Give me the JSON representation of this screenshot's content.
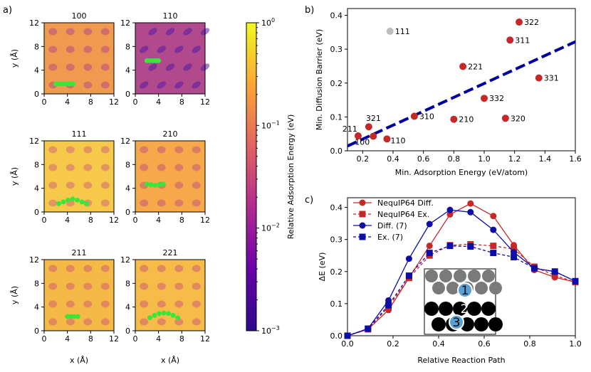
{
  "panel_labels": {
    "a": "a)",
    "b": "b)",
    "c": "c)"
  },
  "chart_data": [
    {
      "type": "heatmap",
      "panel": "a",
      "xlabel": "x (Å)",
      "ylabel": "y (Å)",
      "xlim": [
        0,
        12
      ],
      "ylim": [
        0,
        12
      ],
      "ticks": [
        "0",
        "4",
        "8",
        "12"
      ],
      "colormap": "plasma",
      "colorbar": {
        "label": "Relative Adsorption Energy (eV)",
        "scale": "log",
        "range": [
          0.001,
          1
        ],
        "ticks": [
          {
            "base": "10",
            "exp": "0",
            "value": 1
          },
          {
            "base": "10",
            "exp": "−1",
            "value": 0.1
          },
          {
            "base": "10",
            "exp": "−2",
            "value": 0.01
          },
          {
            "base": "10",
            "exp": "−3",
            "value": 0.001
          }
        ]
      },
      "path_color": "#39e639",
      "subplots": [
        {
          "title": "100",
          "background": "#f09a4f",
          "holes": "#b94c84",
          "path": [
            [
              2,
              1.7
            ],
            [
              2.6,
              1.7
            ],
            [
              3.2,
              1.7
            ],
            [
              3.8,
              1.7
            ],
            [
              4.4,
              1.7
            ],
            [
              5,
              1.7
            ]
          ]
        },
        {
          "title": "110",
          "background": "#b04a8c",
          "holes": "#5a1aa6",
          "path": [
            [
              2,
              5.6
            ],
            [
              2.5,
              5.6
            ],
            [
              3,
              5.6
            ],
            [
              3.5,
              5.6
            ],
            [
              4,
              5.6
            ]
          ]
        },
        {
          "title": "111",
          "background": "#f6c94a",
          "holes": "#cf6a72",
          "path": [
            [
              2.5,
              1.4
            ],
            [
              3.3,
              1.7
            ],
            [
              4.1,
              2
            ],
            [
              4.9,
              2.2
            ],
            [
              5.7,
              2
            ],
            [
              6.5,
              1.7
            ],
            [
              7.3,
              1.4
            ]
          ]
        },
        {
          "title": "210",
          "background": "#f7a84a",
          "holes": "#c25a78",
          "path": [
            [
              2,
              4.7
            ],
            [
              2.7,
              4.6
            ],
            [
              3.4,
              4.5
            ],
            [
              4.1,
              4.6
            ],
            [
              4.8,
              4.7
            ]
          ]
        },
        {
          "title": "211",
          "background": "#f5b945",
          "holes": "#d06070",
          "path": [
            [
              4,
              2.4
            ],
            [
              4.6,
              2.4
            ],
            [
              5.2,
              2.4
            ],
            [
              5.8,
              2.4
            ]
          ]
        },
        {
          "title": "221",
          "background": "#f7bb47",
          "holes": "#cd5f74",
          "path": [
            [
              2.5,
              2.2
            ],
            [
              3.3,
              2.6
            ],
            [
              4.1,
              2.9
            ],
            [
              4.9,
              3
            ],
            [
              5.7,
              2.9
            ],
            [
              6.5,
              2.6
            ],
            [
              7.3,
              2.2
            ]
          ]
        }
      ]
    },
    {
      "type": "scatter",
      "panel": "b",
      "xlabel": "Min. Adsorption Energy (eV/atom)",
      "ylabel": "Min. Diffusion Barrier (eV)",
      "xlim": [
        0.1,
        1.6
      ],
      "ylim": [
        0,
        0.42
      ],
      "xticks": [
        "0.2",
        "0.4",
        "0.6",
        "0.8",
        "1.0",
        "1.2",
        "1.4",
        "1.6"
      ],
      "yticks": [
        "0.0",
        "0.1",
        "0.2",
        "0.3",
        "0.4"
      ],
      "fit_line": {
        "x": [
          0.1,
          1.6
        ],
        "y": [
          0.014,
          0.322
        ],
        "color": "#0000a0",
        "style": "dashed"
      },
      "points": [
        {
          "label": "111",
          "x": 0.38,
          "y": 0.353,
          "color": "#bdbdbd"
        },
        {
          "label": "322",
          "x": 1.23,
          "y": 0.38,
          "color": "#c62828"
        },
        {
          "label": "311",
          "x": 1.17,
          "y": 0.327,
          "color": "#c62828"
        },
        {
          "label": "221",
          "x": 0.86,
          "y": 0.249,
          "color": "#c62828"
        },
        {
          "label": "331",
          "x": 1.36,
          "y": 0.215,
          "color": "#c62828"
        },
        {
          "label": "332",
          "x": 1.0,
          "y": 0.155,
          "color": "#c62828"
        },
        {
          "label": "310",
          "x": 0.54,
          "y": 0.102,
          "color": "#c62828"
        },
        {
          "label": "210",
          "x": 0.8,
          "y": 0.093,
          "color": "#c62828"
        },
        {
          "label": "320",
          "x": 1.14,
          "y": 0.096,
          "color": "#c62828"
        },
        {
          "label": "321",
          "x": 0.24,
          "y": 0.071,
          "color": "#c62828"
        },
        {
          "label": "211",
          "x": 0.17,
          "y": 0.044,
          "color": "#c62828"
        },
        {
          "label": "100",
          "x": 0.27,
          "y": 0.043,
          "color": "#c62828"
        },
        {
          "label": "110",
          "x": 0.36,
          "y": 0.035,
          "color": "#c62828"
        }
      ]
    },
    {
      "type": "line",
      "panel": "c",
      "xlabel": "Relative Reaction Path",
      "ylabel": "ΔE (eV)",
      "xlim": [
        0,
        1
      ],
      "ylim": [
        0,
        0.43
      ],
      "xticks": [
        "0.0",
        "0.2",
        "0.4",
        "0.6",
        "0.8",
        "1.0"
      ],
      "yticks": [
        "0.0",
        "0.1",
        "0.2",
        "0.3",
        "0.4"
      ],
      "legend_position": "top-left",
      "series": [
        {
          "name": "NequIP64 Diff.",
          "color": "#c62828",
          "marker": "circle",
          "dash": false,
          "x": [
            0,
            0.09,
            0.18,
            0.27,
            0.36,
            0.45,
            0.54,
            0.64,
            0.73,
            0.82,
            0.91,
            1.0
          ],
          "y": [
            0,
            0.02,
            0.08,
            0.18,
            0.28,
            0.378,
            0.412,
            0.373,
            0.282,
            0.205,
            0.182,
            0.167
          ]
        },
        {
          "name": "NequIP64 Ex.",
          "color": "#c62828",
          "marker": "square",
          "dash": true,
          "x": [
            0,
            0.09,
            0.18,
            0.27,
            0.36,
            0.45,
            0.54,
            0.64,
            0.73,
            0.82,
            0.91,
            1.0
          ],
          "y": [
            0,
            0.02,
            0.09,
            0.18,
            0.25,
            0.282,
            0.285,
            0.28,
            0.27,
            0.215,
            0.188,
            0.167
          ]
        },
        {
          "name": "Diff. (7)",
          "color": "#0d0da8",
          "marker": "circle",
          "dash": false,
          "x": [
            0,
            0.09,
            0.18,
            0.27,
            0.36,
            0.45,
            0.54,
            0.64,
            0.73,
            0.82,
            0.91,
            1.0
          ],
          "y": [
            0,
            0.022,
            0.11,
            0.24,
            0.348,
            0.392,
            0.385,
            0.33,
            0.26,
            0.21,
            0.2,
            0.17
          ]
        },
        {
          "name": "Ex. (7)",
          "color": "#0d0da8",
          "marker": "square",
          "dash": true,
          "x": [
            0,
            0.09,
            0.18,
            0.27,
            0.36,
            0.45,
            0.54,
            0.64,
            0.73,
            0.82,
            0.91,
            1.0
          ],
          "y": [
            0,
            0.022,
            0.095,
            0.187,
            0.258,
            0.28,
            0.278,
            0.258,
            0.245,
            0.21,
            0.2,
            0.17
          ]
        }
      ],
      "inset": {
        "labels": [
          {
            "text": "1",
            "color": "#5a9fd4"
          },
          {
            "text": "2",
            "color": "#000000"
          },
          {
            "text": "3",
            "color": "#5a9fd4"
          }
        ]
      }
    }
  ]
}
